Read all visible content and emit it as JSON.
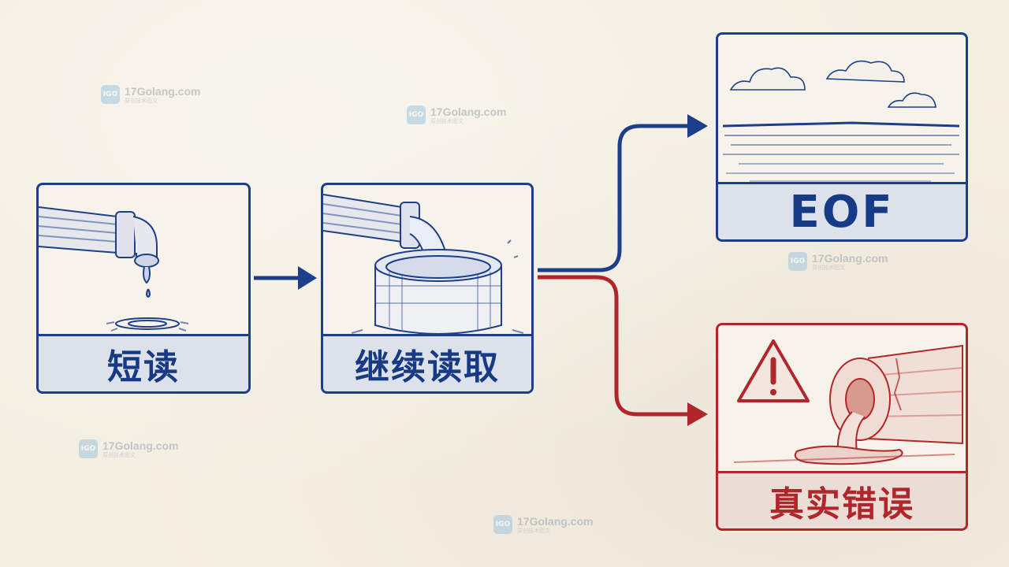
{
  "nodes": {
    "short_read": {
      "label": "短读"
    },
    "continue_read": {
      "label": "继续读取"
    },
    "eof": {
      "label": "EOF"
    },
    "real_error": {
      "label": "真实错误"
    }
  },
  "watermark": {
    "site": "17Golang.com",
    "tagline": "原创技术图文",
    "logo_glyph": "IGO"
  },
  "colors": {
    "blue": "#1d3f8a",
    "red": "#b0262a",
    "paper": "#f4efe3"
  },
  "icons": [
    "pipe-dripping-icon",
    "pipe-filling-barrel-icon",
    "ocean-horizon-icon",
    "warning-triangle-icon",
    "broken-pipe-leak-icon"
  ]
}
